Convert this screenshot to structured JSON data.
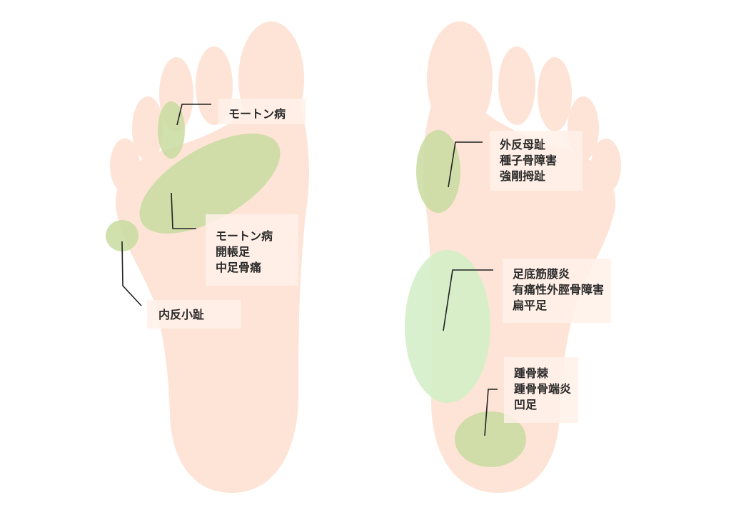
{
  "colors": {
    "skin": "#fde4d6",
    "zone": "#c8dca0",
    "zone_light": "#d4eec8",
    "label_bg": "#fff1e9",
    "leader": "#222222"
  },
  "left_foot": {
    "labels": [
      {
        "lines": [
          "モートン病"
        ]
      },
      {
        "lines": [
          "モートン病",
          "開帳足",
          "中足骨痛"
        ]
      },
      {
        "lines": [
          "内反小趾"
        ]
      }
    ]
  },
  "right_foot": {
    "labels": [
      {
        "lines": [
          "外反母趾",
          "種子骨障害",
          "強剛拇趾"
        ]
      },
      {
        "lines": [
          "足底筋膜炎",
          "有痛性外脛骨障害",
          "扁平足"
        ]
      },
      {
        "lines": [
          "踵骨棘",
          "踵骨骨端炎",
          "凹足"
        ]
      }
    ]
  }
}
